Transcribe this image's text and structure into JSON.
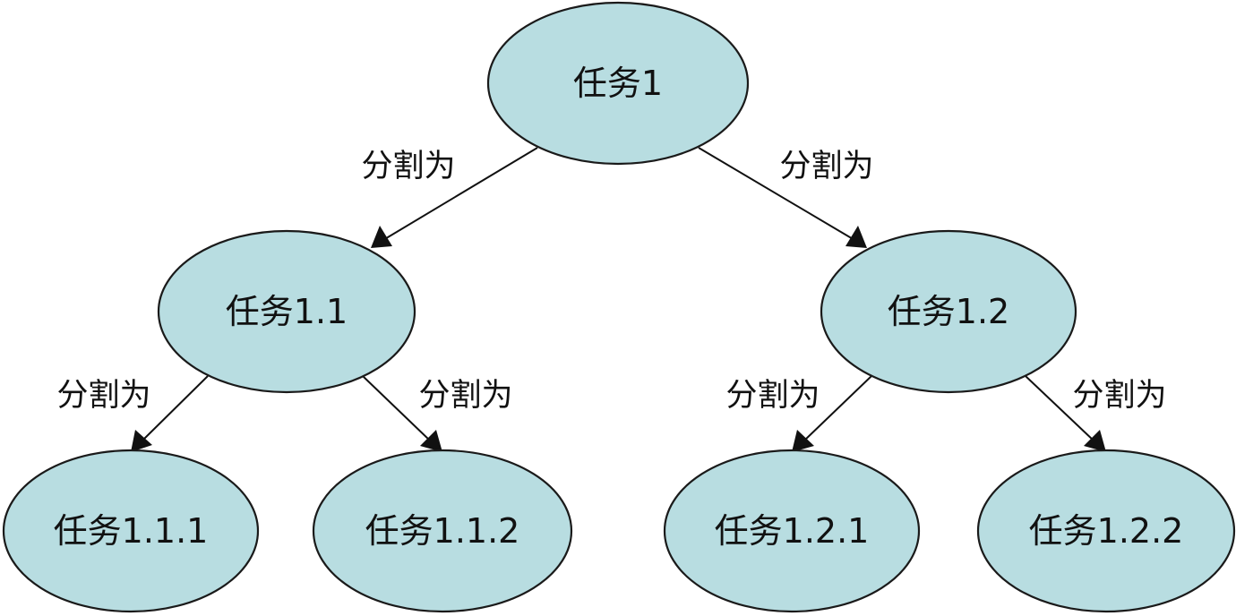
{
  "nodes": {
    "root": {
      "label": "任务1"
    },
    "n11": {
      "label": "任务1.1"
    },
    "n12": {
      "label": "任务1.2"
    },
    "n111": {
      "label": "任务1.1.1"
    },
    "n112": {
      "label": "任务1.1.2"
    },
    "n121": {
      "label": "任务1.2.1"
    },
    "n122": {
      "label": "任务1.2.2"
    }
  },
  "edges": [
    {
      "from": "root",
      "to": "n11",
      "label": "分割为"
    },
    {
      "from": "root",
      "to": "n12",
      "label": "分割为"
    },
    {
      "from": "n11",
      "to": "n111",
      "label": "分割为"
    },
    {
      "from": "n11",
      "to": "n112",
      "label": "分割为"
    },
    {
      "from": "n12",
      "to": "n121",
      "label": "分割为"
    },
    {
      "from": "n12",
      "to": "n122",
      "label": "分割为"
    }
  ],
  "colors": {
    "node_fill": "#b8dde1",
    "node_stroke": "#1a1a1a",
    "edge": "#111111"
  }
}
